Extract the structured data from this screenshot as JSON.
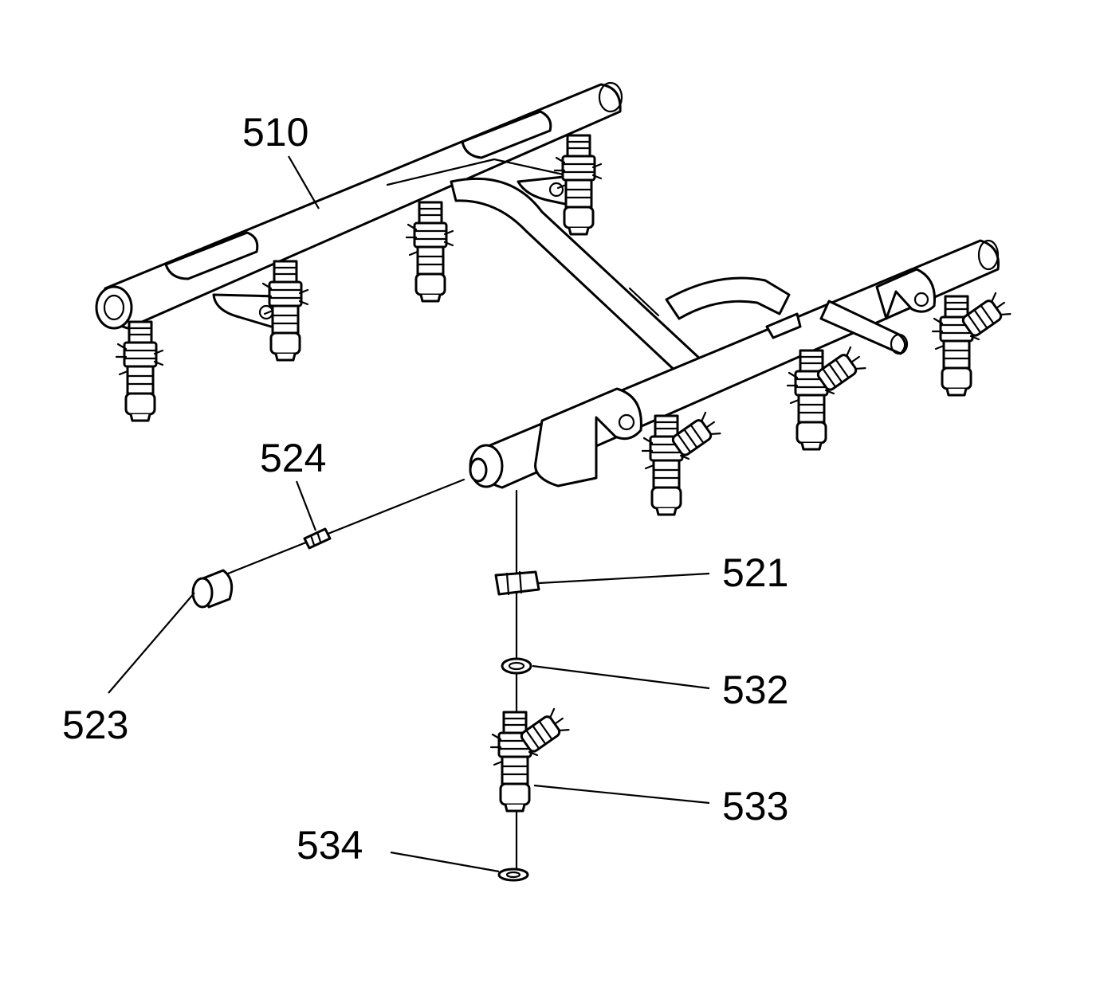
{
  "diagram": {
    "callouts": [
      {
        "id": "510",
        "label": "510"
      },
      {
        "id": "524",
        "label": "524"
      },
      {
        "id": "521",
        "label": "521"
      },
      {
        "id": "523",
        "label": "523"
      },
      {
        "id": "532",
        "label": "532"
      },
      {
        "id": "533",
        "label": "533"
      },
      {
        "id": "534",
        "label": "534"
      }
    ]
  }
}
